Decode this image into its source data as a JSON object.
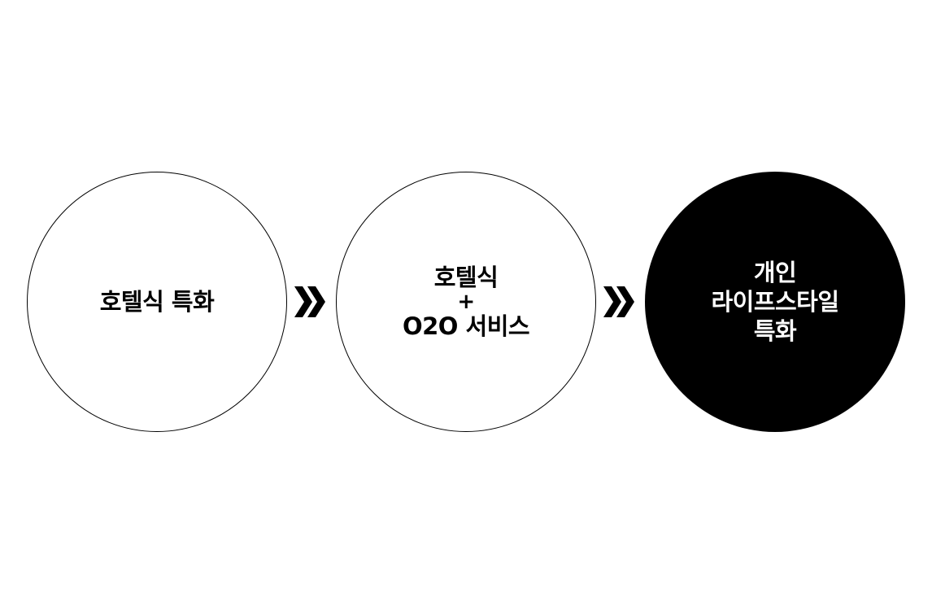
{
  "steps": [
    {
      "lines": [
        "호텔식 특화"
      ],
      "style": "outline"
    },
    {
      "lines": [
        "호텔식",
        "+",
        "O2O 서비스"
      ],
      "style": "outline"
    },
    {
      "lines": [
        "개인",
        "라이프스타일",
        "특화"
      ],
      "style": "filled"
    }
  ],
  "connector_icon": "double-chevron-right-icon",
  "colors": {
    "outline_stroke": "#000000",
    "filled_background": "#000000",
    "filled_text": "#ffffff",
    "background": "#ffffff"
  }
}
